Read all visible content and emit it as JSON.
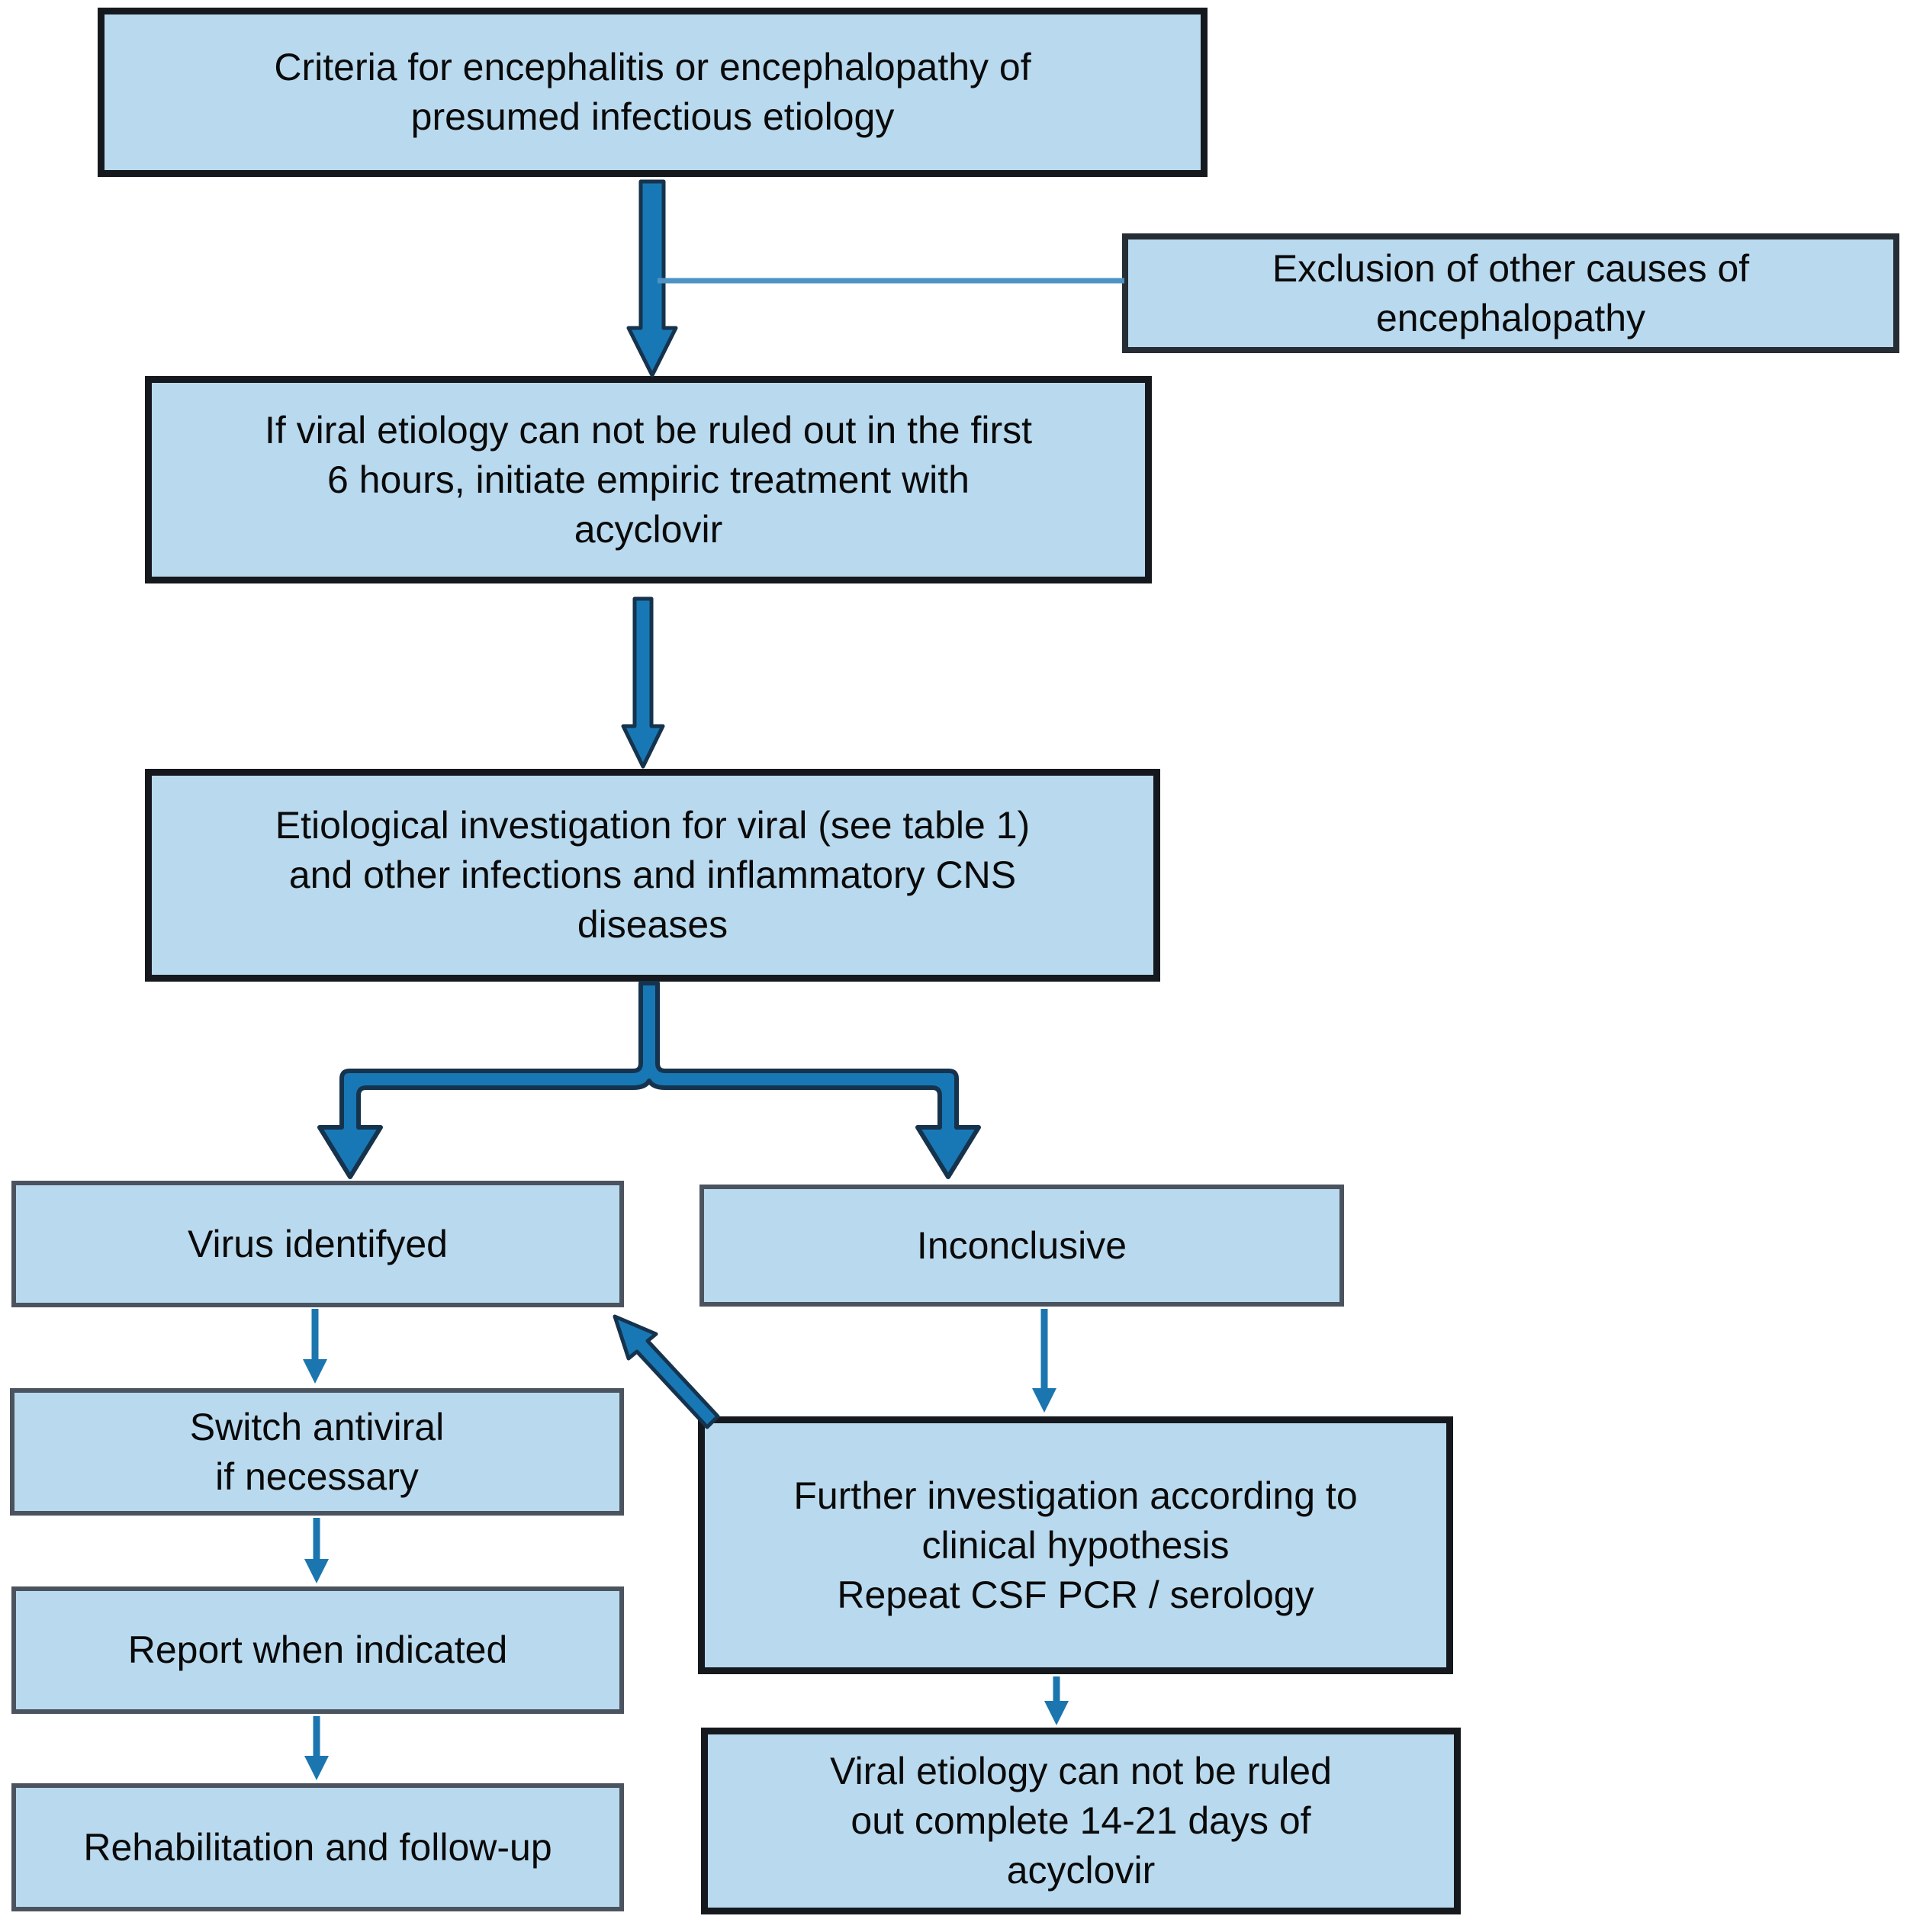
{
  "title": "Flowchart: management of encephalitis or encephalopathy of presumed infectious etiology",
  "colors": {
    "box_fill": "#b9d9ee",
    "box_border_dark": "#15191e",
    "box_border_gray": "#4a535e",
    "arrow": "#1878b6",
    "arrow_outline": "#16334d",
    "thin_arrow": "#1b76af",
    "thin_line": "#4d94c4",
    "text": "#0a0a0a"
  },
  "nodes": {
    "criteria": {
      "text": "Criteria for encephalitis or encephalopathy of\npresumed infectious etiology"
    },
    "exclusion": {
      "text": "Exclusion of other causes of\nencephalopathy"
    },
    "empiric": {
      "text": "If viral etiology can not be ruled out in the first\n6 hours, initiate empiric treatment with\nacyclovir"
    },
    "etiological": {
      "text": "Etiological investigation for viral (see table 1)\nand other infections and inflammatory CNS\ndiseases"
    },
    "virus_identified": {
      "text": "Virus identifyed"
    },
    "inconclusive": {
      "text": "Inconclusive"
    },
    "switch_antiviral": {
      "text": "Switch antiviral\nif necessary"
    },
    "report": {
      "text": "Report when indicated"
    },
    "rehabilitation": {
      "text": "Rehabilitation and follow-up"
    },
    "further_investigation": {
      "text": "Further investigation according to\nclinical hypothesis\nRepeat CSF PCR / serology"
    },
    "complete_acyclovir": {
      "text": "Viral etiology can not be ruled\nout complete 14-21 days of\nacyclovir"
    }
  }
}
